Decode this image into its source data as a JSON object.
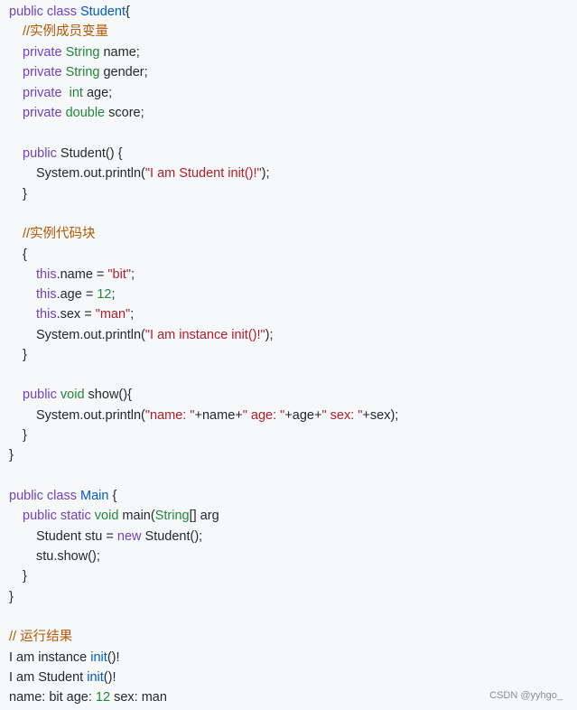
{
  "code": {
    "l1": {
      "a": "public class ",
      "b": "Student",
      "c": "{"
    },
    "l2": {
      "a": "//实例成员变量"
    },
    "l3": {
      "a": "private ",
      "b": "String",
      "c": " name;"
    },
    "l4": {
      "a": "private ",
      "b": "String",
      "c": " gender;"
    },
    "l5": {
      "a": "private  ",
      "b": "int",
      "c": " age;"
    },
    "l6": {
      "a": "private ",
      "b": "double",
      "c": " score;"
    },
    "l7": {
      "a": "public ",
      "b": "Student() {"
    },
    "l8": {
      "a": "System.out.println(",
      "b": "\"I am Student init()!\"",
      "c": ");"
    },
    "l9": {
      "a": "}"
    },
    "l10": {
      "a": "//实例代码块"
    },
    "l11": {
      "a": "{"
    },
    "l12": {
      "a": "this",
      "b": ".name = ",
      "c": "\"bit\"",
      "d": ";"
    },
    "l13": {
      "a": "this",
      "b": ".age = ",
      "c": "12",
      "d": ";"
    },
    "l14": {
      "a": "this",
      "b": ".sex = ",
      "c": "\"man\"",
      "d": ";"
    },
    "l15": {
      "a": "System.out.println(",
      "b": "\"I am instance init()!\"",
      "c": ");"
    },
    "l16": {
      "a": "}"
    },
    "l17": {
      "a": "public ",
      "b": "void",
      "c": " show(){"
    },
    "l18": {
      "a": "System.out.println(",
      "b": "\"name: \"",
      "c": "+name+",
      "d": "\" age: \"",
      "e": "+age+",
      "f": "\" sex: \"",
      "g": "+sex);"
    },
    "l19": {
      "a": "}"
    },
    "l20": {
      "a": "}"
    },
    "l21": {
      "a": "public class ",
      "b": "Main",
      "c": " {"
    },
    "l22": {
      "a": "public static ",
      "b": "void",
      "c": " main(",
      "d": "String",
      "e": "[] arg"
    },
    "l23": {
      "a": "Student stu = ",
      "b": "new",
      "c": " Student();"
    },
    "l24": {
      "a": "stu.show();"
    },
    "l25": {
      "a": "}"
    },
    "l26": {
      "a": "}"
    },
    "l27": {
      "a": "// 运行结果"
    },
    "l28": {
      "a": "I am instance ",
      "b": "init",
      "c": "()!"
    },
    "l29": {
      "a": "I am Student ",
      "b": "init",
      "c": "()!"
    },
    "l30": {
      "a": "name: bit age: ",
      "b": "12",
      "c": " sex: man"
    }
  },
  "watermark": "CSDN @yyhgo_"
}
